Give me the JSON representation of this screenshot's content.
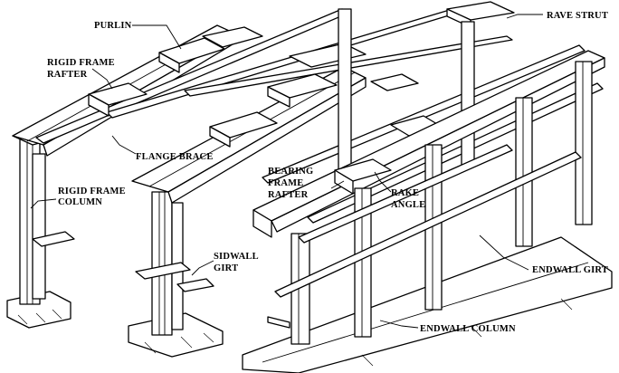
{
  "labels": {
    "purlin": "PURLIN",
    "rave_strut": "RAVE STRUT",
    "rigid_frame_rafter_1": "RIGID FRAME",
    "rigid_frame_rafter_2": "RAFTER",
    "flange_brace": "FLANGE BRACE",
    "rigid_frame_column_1": "RIGID FRAME",
    "rigid_frame_column_2": "COLUMN",
    "bearing_frame_rafter_1": "BEARING",
    "bearing_frame_rafter_2": "FRAME",
    "bearing_frame_rafter_3": "RAFTER",
    "rake_angle_1": "RAKE",
    "rake_angle_2": "ANGLE",
    "sidwall_girt_1": "SIDWALL",
    "sidwall_girt_2": "GIRT",
    "endwall_girt": "ENDWALL GIRT",
    "endwall_column": "ENDWALL COLUMN"
  }
}
